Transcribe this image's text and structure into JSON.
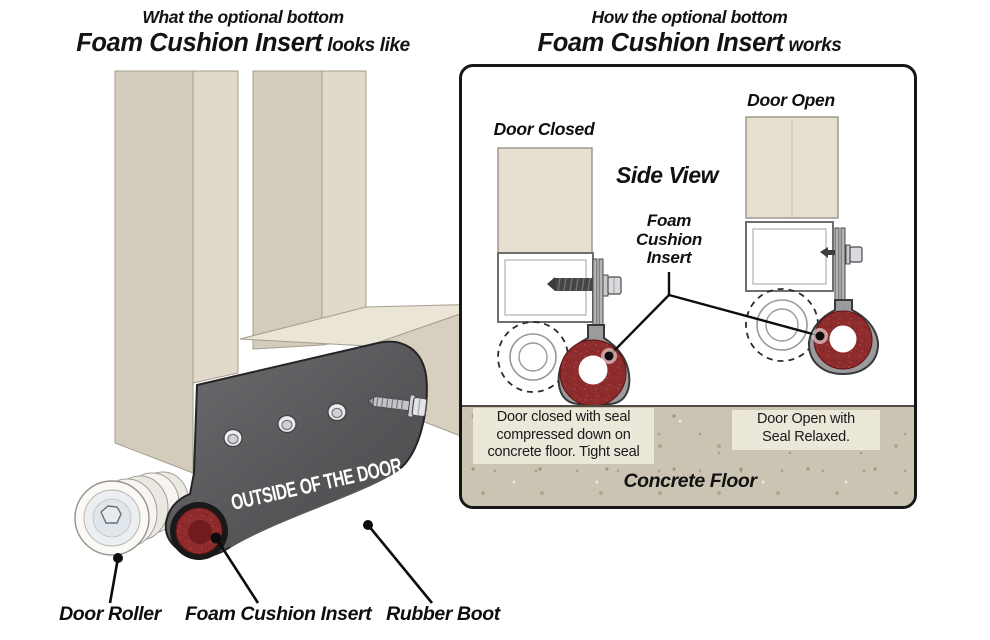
{
  "left": {
    "title": {
      "line1": "What the optional bottom",
      "strong": "Foam Cushion Insert",
      "tail": "looks like"
    },
    "boot_text": "OUTSIDE OF THE DOOR",
    "labels": {
      "roller": "Door Roller",
      "foam": "Foam Cushion Insert",
      "boot": "Rubber Boot"
    }
  },
  "right": {
    "title": {
      "line1": "How the optional bottom",
      "strong": "Foam Cushion Insert",
      "tail": "works"
    },
    "panel": {
      "door_closed_label": "Door Closed",
      "door_open_label": "Door Open",
      "side_view_label": "Side View",
      "callout_lines": [
        "Foam",
        "Cushion",
        "Insert"
      ],
      "caption_closed_lines": [
        "Door closed with seal",
        "compressed down on",
        "concrete floor. Tight seal"
      ],
      "caption_open_lines": [
        "Door Open with",
        "Seal Relaxed."
      ],
      "floor_label": "Concrete Floor"
    }
  },
  "colors": {
    "foam_red": "#8e2b2d",
    "foam_hole_dark": "#701b1e",
    "boot_gray": "#58585a",
    "wood_tan": "#d3cbbb",
    "wood_tan_light": "#e1dacb",
    "door_panel_tan": "#e7e0d1",
    "concrete": "#cbc4b2",
    "panel_border": "#161616"
  }
}
